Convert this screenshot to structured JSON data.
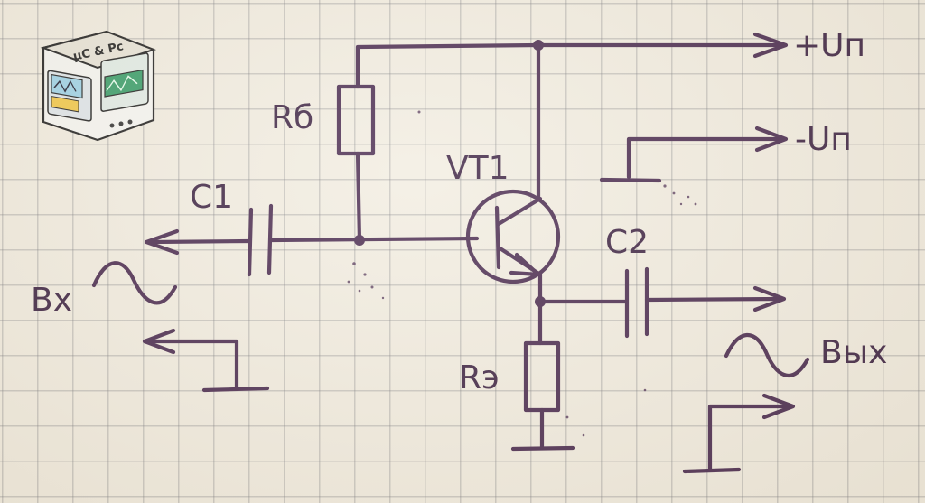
{
  "logo": {
    "text": "μC & Pc"
  },
  "labels": {
    "power_pos": "+Uп",
    "power_neg": "-Uп",
    "resistor_base": "Rб",
    "resistor_emitter": "Rэ",
    "transistor": "VT1",
    "cap_in": "C1",
    "cap_out": "C2",
    "input": "Вх",
    "output": "Вых"
  },
  "colors": {
    "ink": "#4a2b50",
    "paper": "#f2ede1",
    "grid": "#8c8c91"
  }
}
